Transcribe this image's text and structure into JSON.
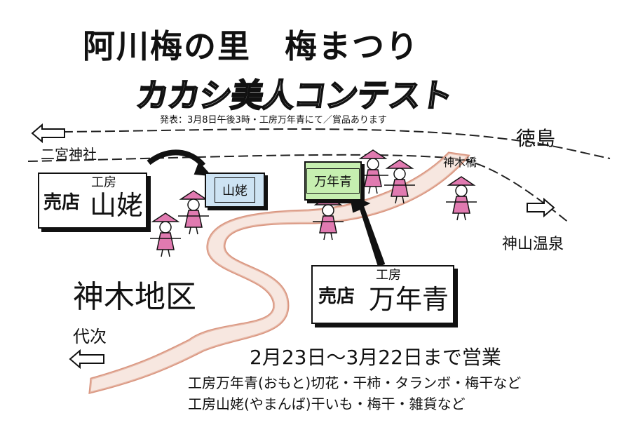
{
  "header": {
    "title": "阿川梅の里　梅まつり",
    "contest_title": "カカシ美人コンテスト",
    "announcement": "発表：3月8日午後3時・工房万年青にて／賞品あります"
  },
  "map": {
    "places": {
      "ninomiya": "二宮神社",
      "tokushima": "徳島",
      "kamikibashi": "神木橋",
      "kamiyama": "神山温泉",
      "daiji": "代次"
    },
    "district": "神木地区",
    "signs": {
      "yamanba": "山姥",
      "omoto": "万年青"
    }
  },
  "shops": {
    "yamanba": {
      "prefix": "売店",
      "kobo": "工房",
      "name": "山姥"
    },
    "omoto": {
      "prefix": "売店",
      "kobo": "工房",
      "name": "万年青"
    }
  },
  "info": {
    "dates": "2月23日～3月22日まで営業",
    "product_omoto": "工房万年青(おもと)切花・干柿・タランボ・梅干など",
    "product_yamanba": "工房山姥(やまんば)干いも・梅干・雑貨など"
  },
  "colors": {
    "river": "#d9957f",
    "scarecrow": "#e07ab0",
    "sign_yamanba": "#cde3f3",
    "sign_omoto": "#c6efb0"
  }
}
